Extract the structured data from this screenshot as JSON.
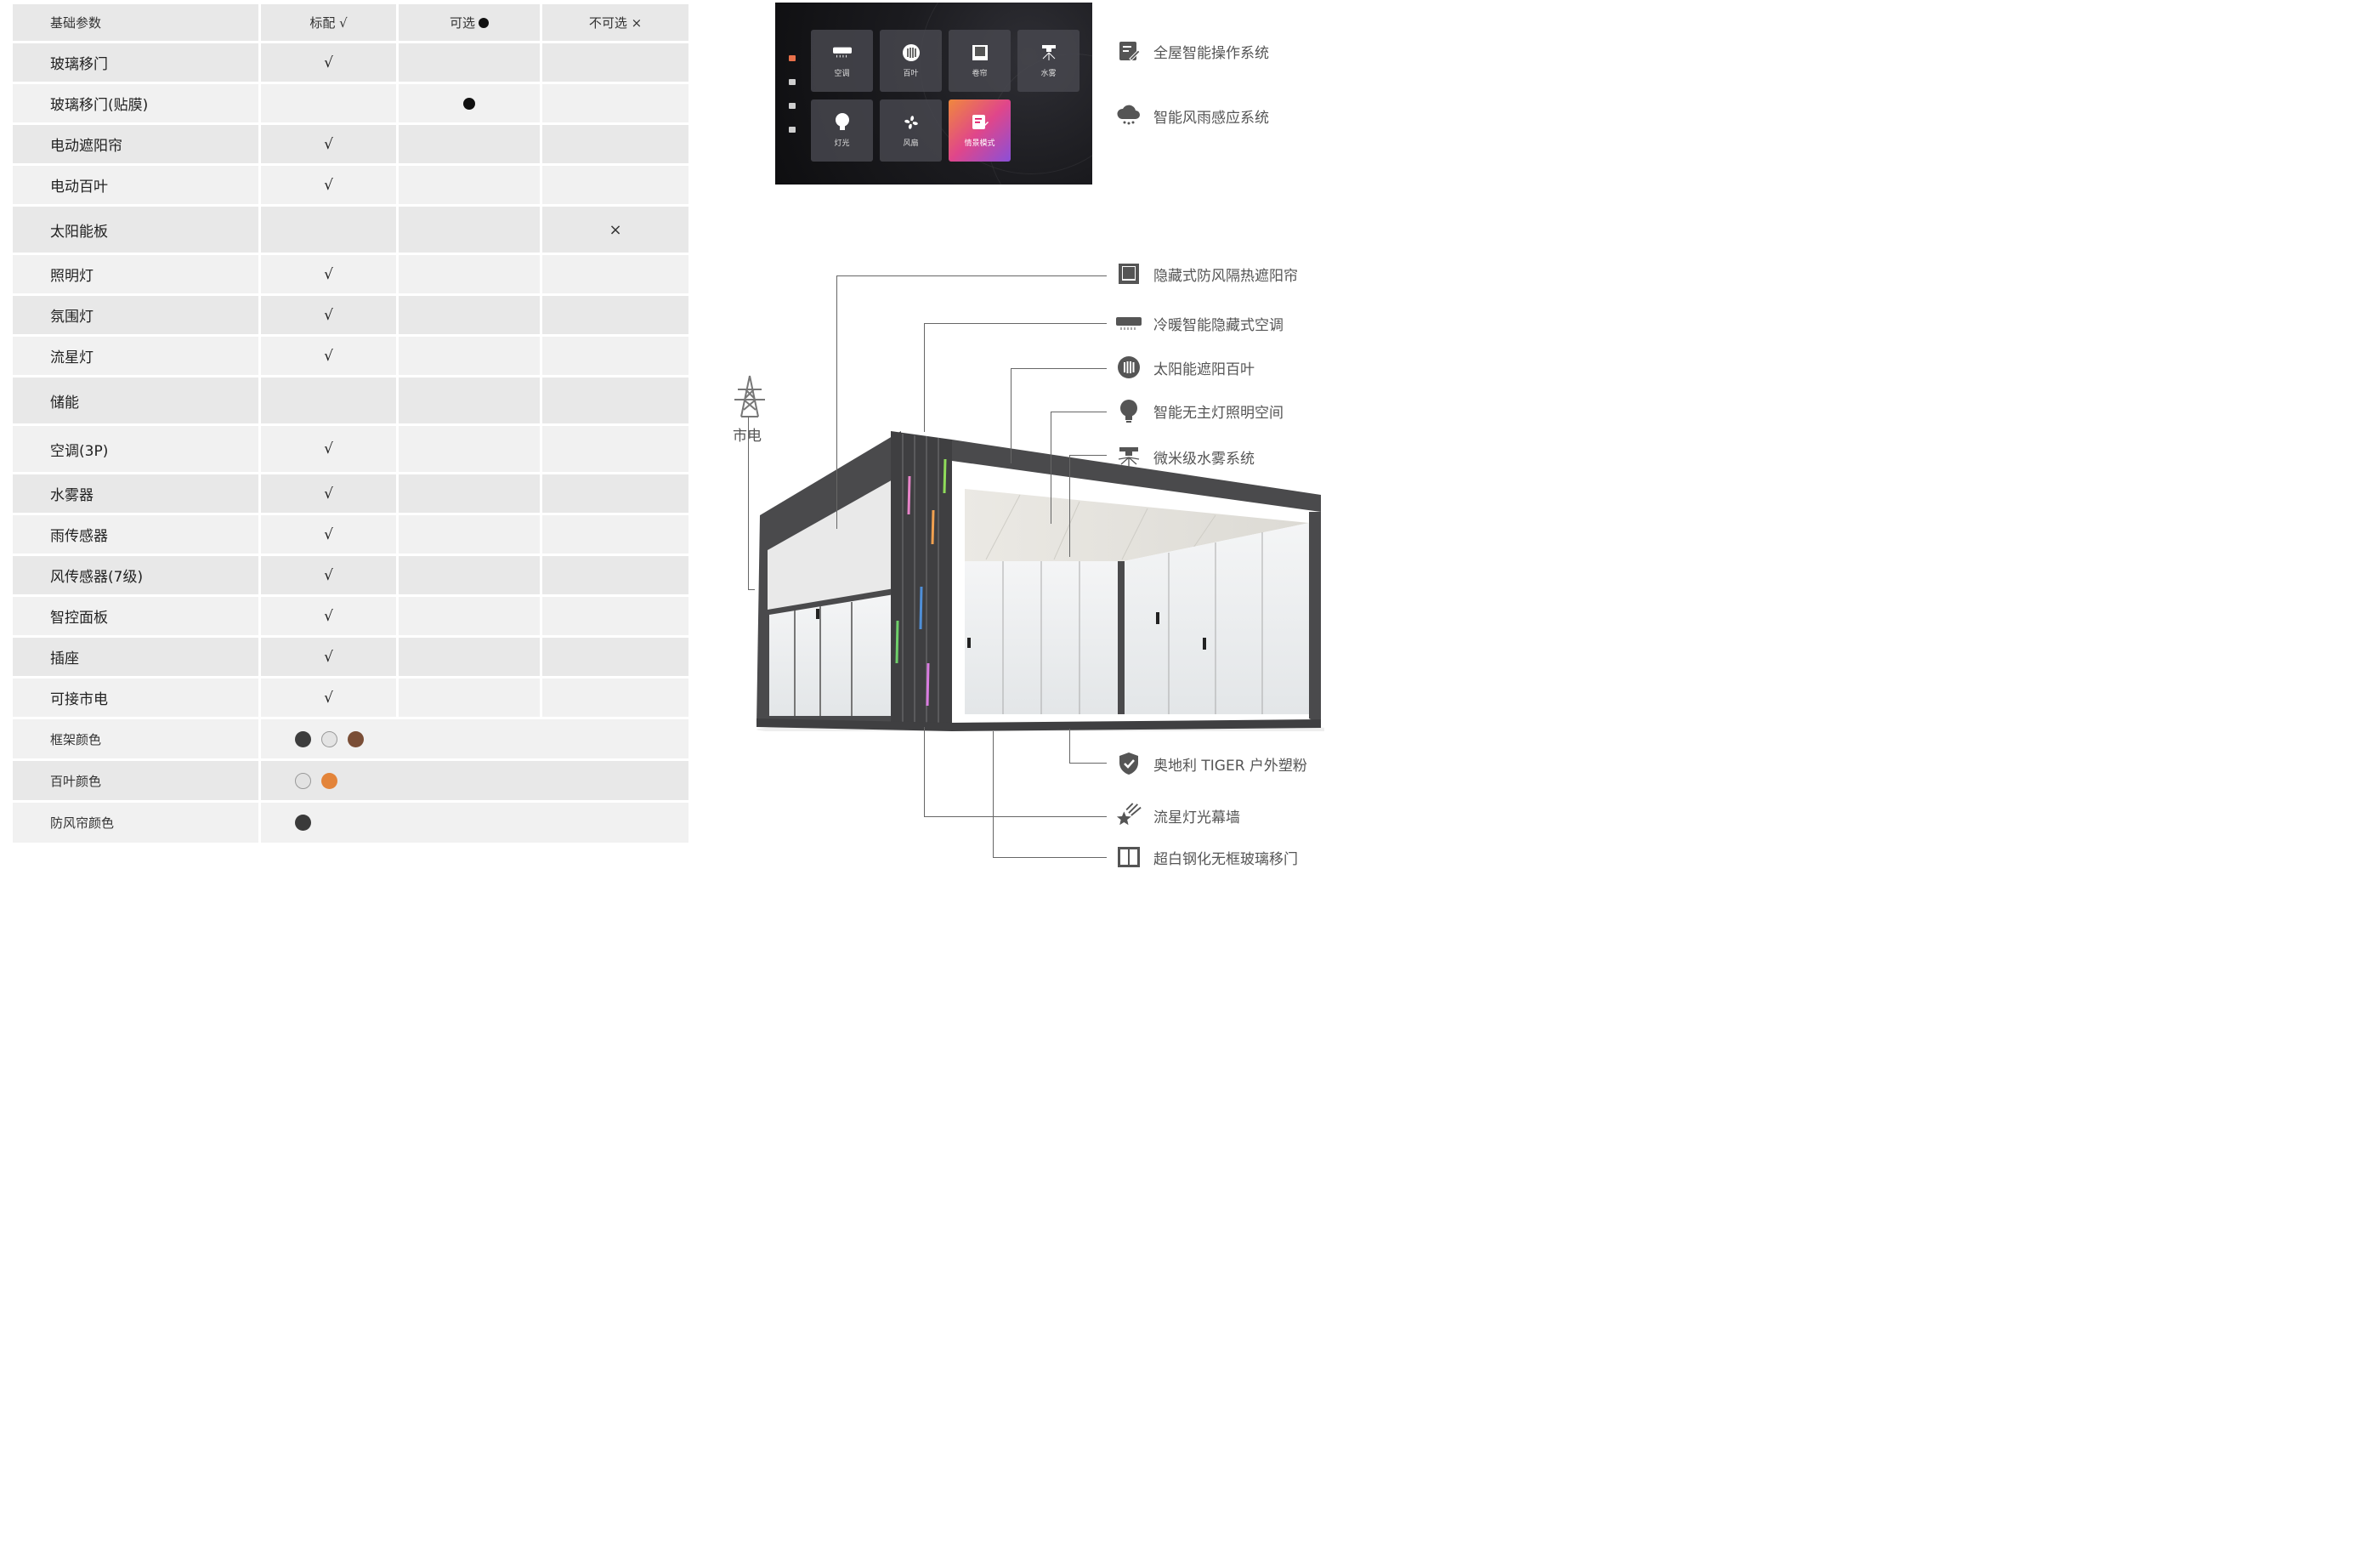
{
  "table": {
    "header": {
      "param": "基础参数",
      "standard": "标配 √",
      "optional": "可选",
      "not_optional": "不可选 ×"
    },
    "rows": [
      {
        "name": "玻璃移门",
        "standard": "√",
        "optional": "",
        "not_optional": ""
      },
      {
        "name": "玻璃移门(贴膜)",
        "standard": "",
        "optional": "●",
        "not_optional": ""
      },
      {
        "name": "电动遮阳帘",
        "standard": "√",
        "optional": "",
        "not_optional": ""
      },
      {
        "name": "电动百叶",
        "standard": "√",
        "optional": "",
        "not_optional": ""
      },
      {
        "name": "太阳能板",
        "standard": "",
        "optional": "",
        "not_optional": "×"
      },
      {
        "name": "照明灯",
        "standard": "√",
        "optional": "",
        "not_optional": ""
      },
      {
        "name": "氛围灯",
        "standard": "√",
        "optional": "",
        "not_optional": ""
      },
      {
        "name": "流星灯",
        "standard": "√",
        "optional": "",
        "not_optional": ""
      },
      {
        "name": "储能",
        "standard": "",
        "optional": "",
        "not_optional": ""
      },
      {
        "name": "空调(3P)",
        "standard": "√",
        "optional": "",
        "not_optional": ""
      },
      {
        "name": "水雾器",
        "standard": "√",
        "optional": "",
        "not_optional": ""
      },
      {
        "name": "雨传感器",
        "standard": "√",
        "optional": "",
        "not_optional": ""
      },
      {
        "name": "风传感器(7级)",
        "standard": "√",
        "optional": "",
        "not_optional": ""
      },
      {
        "name": "智控面板",
        "standard": "√",
        "optional": "",
        "not_optional": ""
      },
      {
        "name": "插座",
        "standard": "√",
        "optional": "",
        "not_optional": ""
      },
      {
        "name": "可接市电",
        "standard": "√",
        "optional": "",
        "not_optional": ""
      }
    ],
    "color_rows": [
      {
        "name": "框架颜色",
        "colors": [
          "#3d3d3d",
          "#e4e4e4",
          "#7a4e36"
        ]
      },
      {
        "name": "百叶颜色",
        "colors": [
          "#e2e2e2",
          "#e3843a"
        ]
      },
      {
        "name": "防风帘颜色",
        "colors": [
          "#3a3a3a"
        ]
      }
    ]
  },
  "panel": {
    "tiles": [
      {
        "label": "空调",
        "icon": "air-conditioner-icon"
      },
      {
        "label": "百叶",
        "icon": "louver-icon"
      },
      {
        "label": "卷帘",
        "icon": "roller-blind-icon"
      },
      {
        "label": "水雾",
        "icon": "mist-icon"
      },
      {
        "label": "灯光",
        "icon": "bulb-icon"
      },
      {
        "label": "风扇",
        "icon": "fan-icon"
      },
      {
        "label": "情景模式",
        "icon": "scene-icon"
      }
    ]
  },
  "features_top": [
    {
      "label": "全屋智能操作系统",
      "icon": "edit-icon"
    },
    {
      "label": "智能风雨感应系统",
      "icon": "rain-cloud-icon"
    }
  ],
  "features": [
    {
      "label": "隐藏式防风隔热遮阳帘",
      "icon": "blind-icon"
    },
    {
      "label": "冷暖智能隐藏式空调",
      "icon": "air-conditioner-icon"
    },
    {
      "label": "太阳能遮阳百叶",
      "icon": "louver-icon"
    },
    {
      "label": "智能无主灯照明空间",
      "icon": "bulb-icon"
    },
    {
      "label": "微米级水雾系统",
      "icon": "mist-icon"
    },
    {
      "label": "奥地利 TIGER 户外塑粉",
      "icon": "shield-icon"
    },
    {
      "label": "流星灯光幕墙",
      "icon": "meteor-icon"
    },
    {
      "label": "超白钢化无框玻璃移门",
      "icon": "sliding-door-icon"
    }
  ],
  "mains": {
    "label": "市电",
    "icon": "power-tower-icon"
  },
  "colors": {
    "accent_orange": "#e3843a",
    "table_shade": "#e8e8e8",
    "table_light": "#f1f1f1",
    "frame_dark": "#4a4a4c"
  }
}
